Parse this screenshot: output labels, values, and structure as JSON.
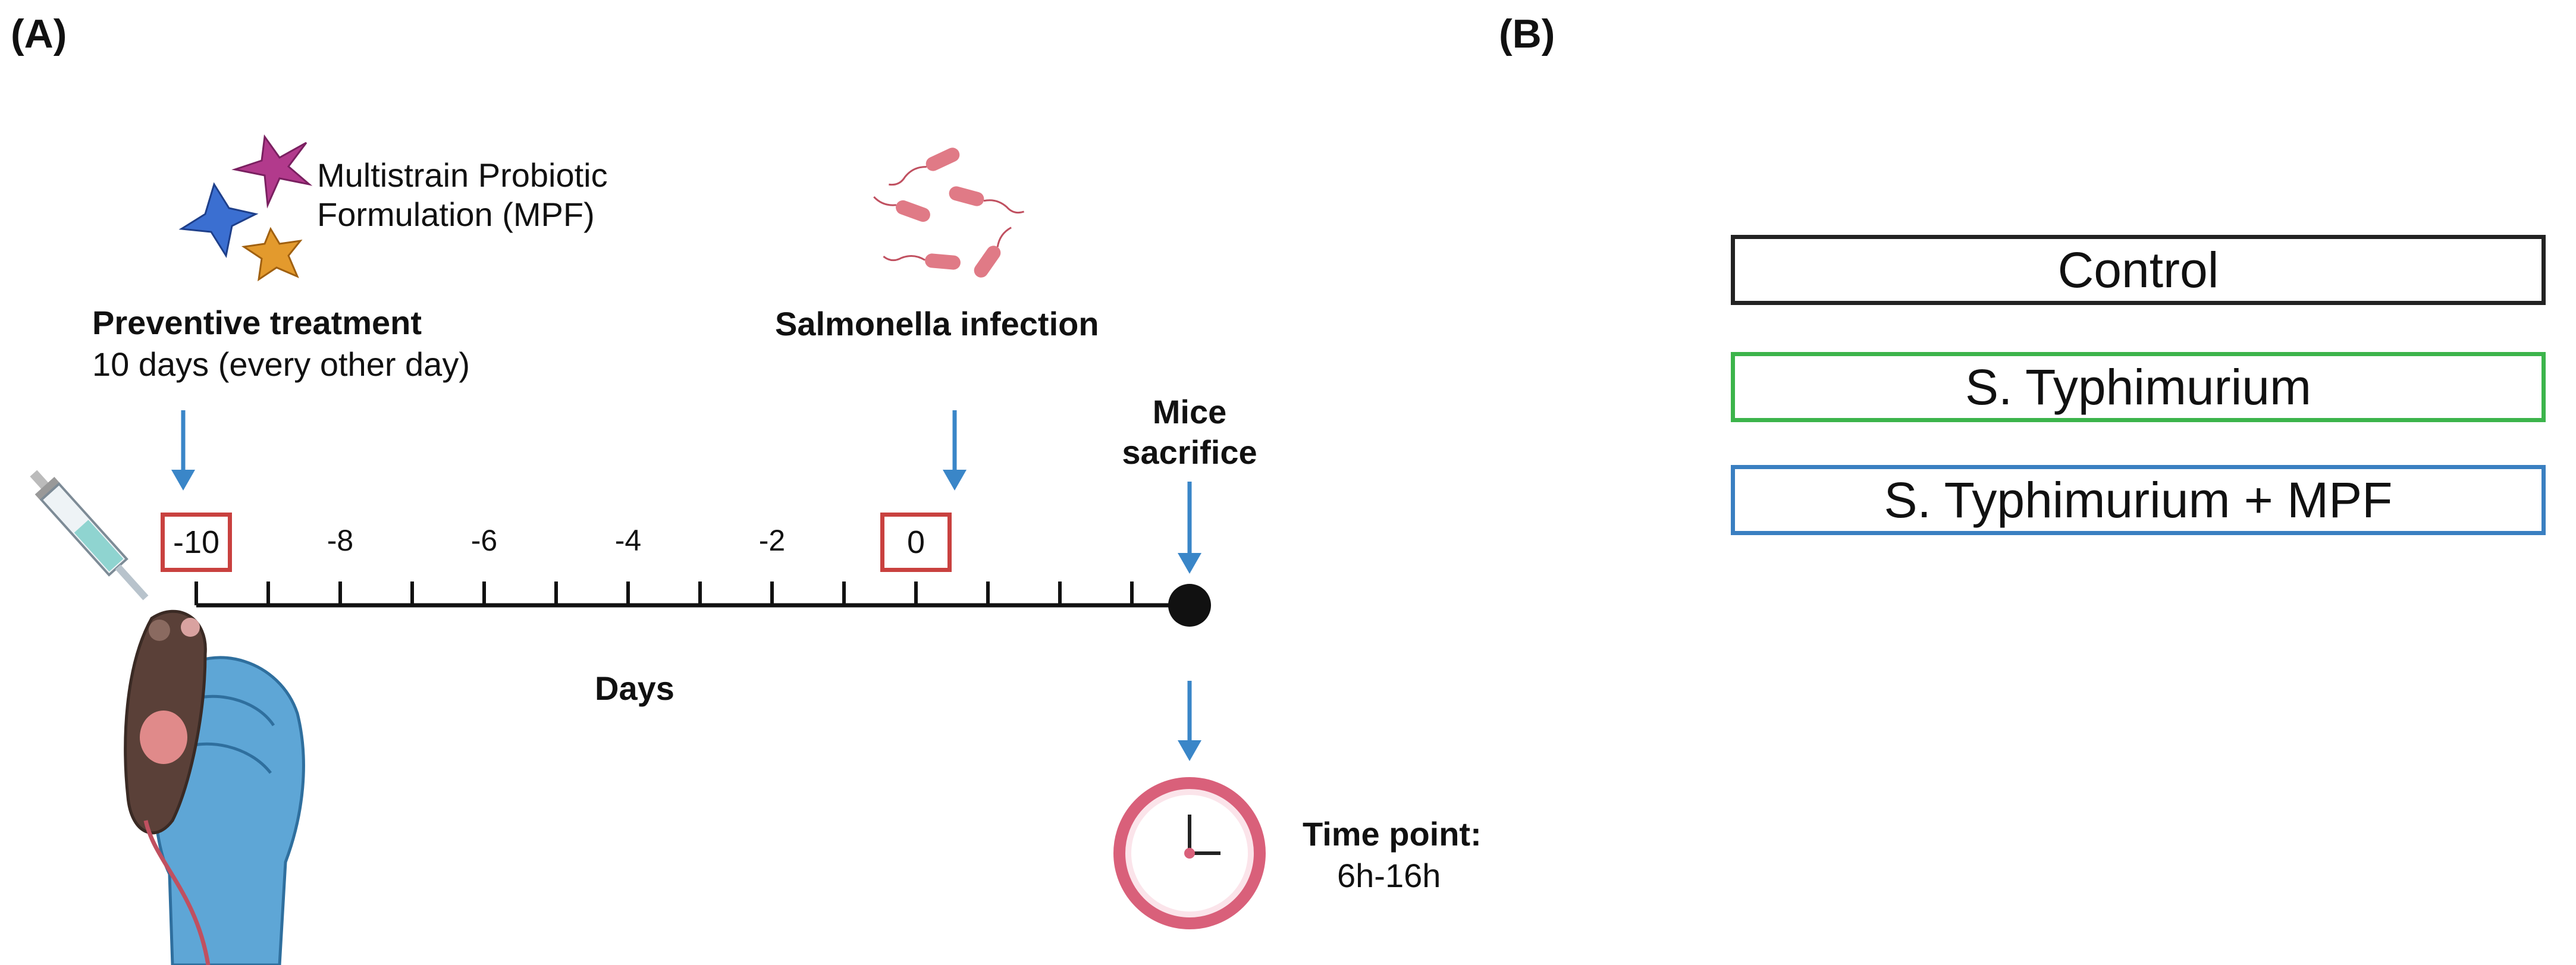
{
  "panel_a": {
    "label": "(A)",
    "probiotic": {
      "name_line1": "Multistrain Probiotic",
      "name_line2": "Formulation (MPF)"
    },
    "preventive": {
      "title": "Preventive treatment",
      "detail": "10 days (every other day)"
    },
    "infection": {
      "title": "Salmonella infection"
    },
    "sacrifice": {
      "line1": "Mice",
      "line2": "sacrifice"
    },
    "timeline": {
      "xlabel": "Days",
      "ticks": [
        "-10",
        "-8",
        "-6",
        "-4",
        "-2",
        "0"
      ],
      "highlighted_ticks": [
        "-10",
        "0"
      ]
    },
    "time_point": {
      "label": "Time point:",
      "value": "6h-16h"
    }
  },
  "panel_b": {
    "label": "(B)",
    "groups": [
      {
        "name": "Control",
        "color": "#222222"
      },
      {
        "name": "S. Typhimurium",
        "color": "#3cb44b"
      },
      {
        "name": "S. Typhimurium + MPF",
        "color": "#3a7fc1"
      }
    ]
  },
  "colors": {
    "arrow": "#3a86c8",
    "highlight": "#c9413f",
    "clock": "#d9607a",
    "bacteria": "#e07a86"
  }
}
